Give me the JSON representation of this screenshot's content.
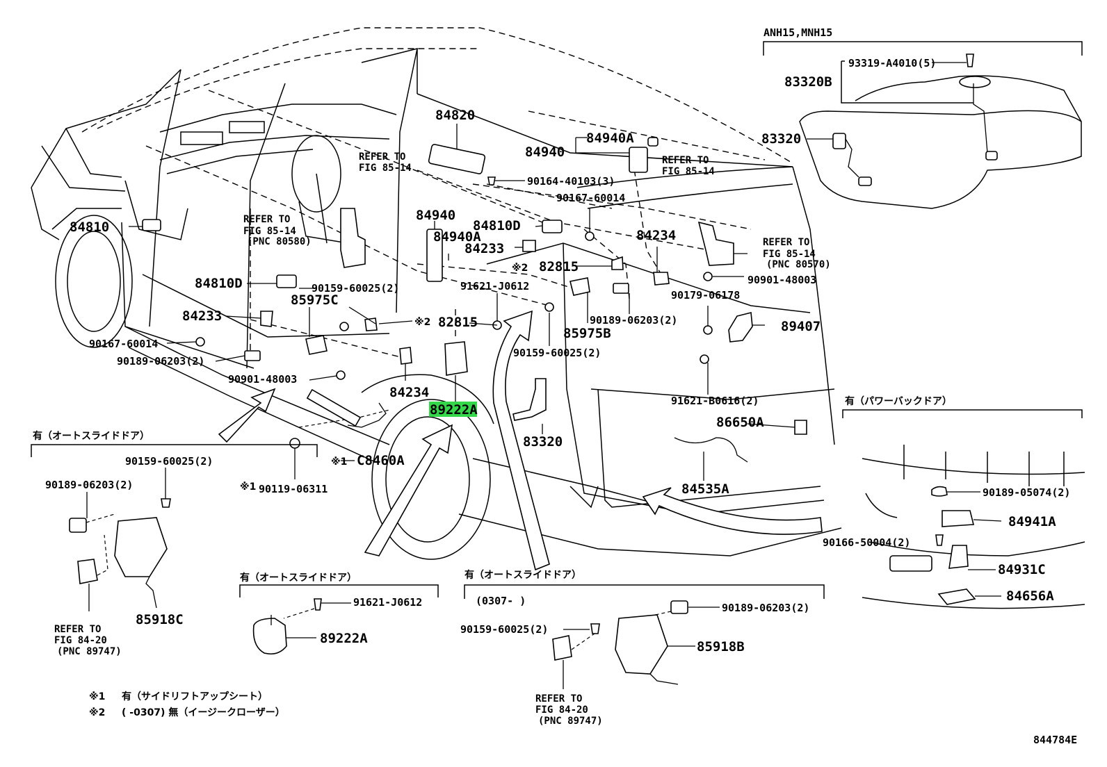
{
  "diagram": {
    "code": "844784E",
    "highlighted_part": "89222A",
    "highlight_color": "#35d84a"
  },
  "groups": {
    "fuel_tank": {
      "title": "ANH15,MNH15"
    },
    "power_back_door": {
      "title": "有（パワーバックドア）"
    },
    "auto_slide_door_left": {
      "title": "有（オートスライドドア）"
    },
    "auto_slide_door_center": {
      "title": "有（オートスライドドア）"
    },
    "auto_slide_door_right": {
      "title": "有（オートスライドドア）",
      "period": "(0307-   )"
    }
  },
  "labels": {
    "p84820": "84820",
    "p84940_top": "84940",
    "p84940A_top": "84940A",
    "p90164": "90164-40103(3)",
    "p90167_top": "90167-60014",
    "p84940_mid": "84940",
    "p84940A_mid": "84940A",
    "p84810D_top": "84810D",
    "p84233_top": "84233",
    "p82815_top": "82815",
    "p84234_top": "84234",
    "p90901_right": "90901-48003",
    "p84810": "84810",
    "p84810D_left": "84810D",
    "p90159_a": "90159-60025(2)",
    "p91621_a": "91621-J0612",
    "p85975C": "85975C",
    "p84233_left": "84233",
    "p82815_mid": "82815",
    "p90189_mid": "90189-06203(2)",
    "p85975B": "85975B",
    "p90179": "90179-06178",
    "p89407": "89407",
    "p90167_left": "90167-60014",
    "p90189_left": "90189-06203(2)",
    "p90159_b": "90159-60025(2)",
    "p90901_left": "90901-48003",
    "p84234_mid": "84234",
    "p89222A_main": "89222A",
    "p83320_low": "83320",
    "p91621_b": "91621-B0616(2)",
    "p86650A": "86650A",
    "p84535A": "84535A",
    "pC8460A": "C8460A",
    "p90119": "90119-06311",
    "p93319": "93319-A4010(5)",
    "p83320B": "83320B",
    "p83320_tank": "83320",
    "p90159_c": "90159-60025(2)",
    "p90189_c": "90189-06203(2)",
    "p85918C": "85918C",
    "p91621_c": "91621-J0612",
    "p89222A_low": "89222A",
    "p90189_d": "90189-06203(2)",
    "p90159_d": "90159-60025(2)",
    "p85918B": "85918B",
    "p90189_e": "90189-05074(2)",
    "p84941A": "84941A",
    "p90166": "90166-50004(2)",
    "p84931C": "84931C",
    "p84656A": "84656A"
  },
  "marks": {
    "m1_a": "※1",
    "m1_b": "※1",
    "m2_a": "※2",
    "m2_b": "※2"
  },
  "refs": {
    "r1_line1": "REFER TO",
    "r1_line2": "FIG 85-14",
    "r2_line1": "REFER TO",
    "r2_line2": "FIG 85-14",
    "r2_line3": "(PNC 80580)",
    "r3_line1": "REFER TO",
    "r3_line2": "FIG 85-14",
    "r4_line1": "REFER TO",
    "r4_line2": "FIG 85-14",
    "r4_line3": "(PNC 80570)",
    "r5_line1": "REFER TO",
    "r5_line2": "FIG 84-20",
    "r5_line3": "(PNC 89747)",
    "r6_line1": "REFER TO",
    "r6_line2": "FIG 84-20",
    "r6_line3": "(PNC 89747)"
  },
  "notes": {
    "note1_mark": "※1",
    "note1_text": "有（サイドリフトアップシート）",
    "note2_mark": "※2",
    "note2_text": "(   -0307) 無（イージークローザー）"
  },
  "icons": [
    "bolt-icon",
    "clip-icon",
    "connector-icon",
    "sensor-icon",
    "bracket-icon",
    "direction-arrow-icon"
  ]
}
